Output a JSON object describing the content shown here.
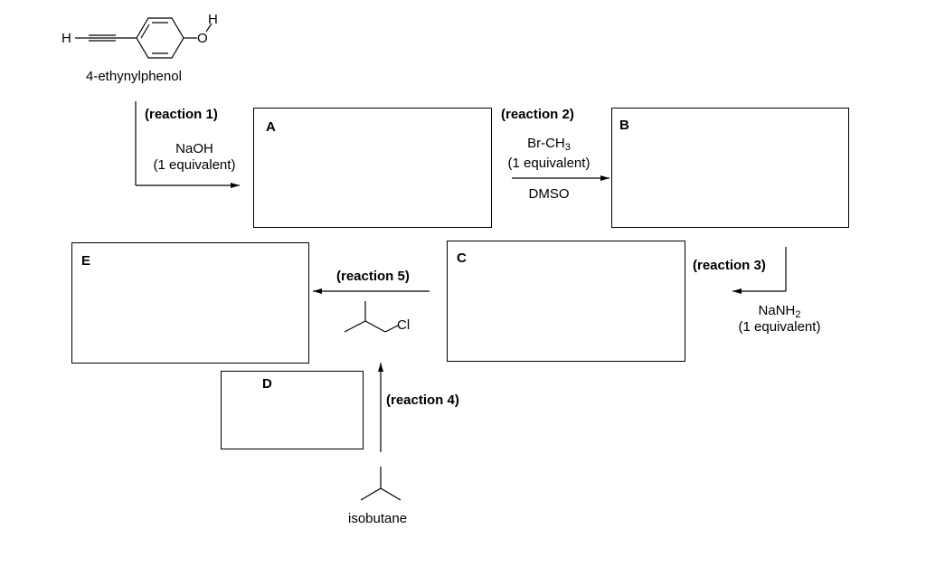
{
  "starting_material": {
    "atoms": {
      "terminal_h": "H",
      "oxygen": "O",
      "hydroxyl_h": "H"
    },
    "name": "4-ethynylphenol"
  },
  "reaction1": {
    "label": "(reaction 1)",
    "reagent": "NaOH",
    "equivalents": "(1 equivalent)"
  },
  "reaction2": {
    "label": "(reaction 2)",
    "reagent_main": "Br-CH",
    "reagent_sub": "3",
    "equivalents": "(1 equivalent)",
    "solvent": "DMSO"
  },
  "reaction3": {
    "label": "(reaction 3)",
    "reagent_main": "NaNH",
    "reagent_sub": "2",
    "equivalents": "(1 equivalent)"
  },
  "reaction4": {
    "label": "(reaction 4)"
  },
  "reaction5": {
    "label": "(reaction 5)",
    "reagent_atom": "Cl"
  },
  "isobutane": {
    "name": "isobutane"
  },
  "boxes": {
    "A": "A",
    "B": "B",
    "C": "C",
    "D": "D",
    "E": "E"
  }
}
